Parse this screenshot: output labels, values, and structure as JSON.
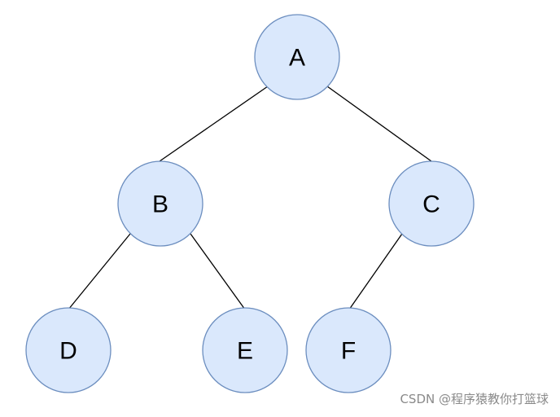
{
  "diagram": {
    "type": "binary-tree",
    "colors": {
      "node_fill": "#dae8fc",
      "node_stroke": "#6c8ebf",
      "edge": "#000000",
      "label": "#000000"
    },
    "nodes": {
      "a": "A",
      "b": "B",
      "c": "C",
      "d": "D",
      "e": "E",
      "f": "F"
    },
    "edges": [
      [
        "A",
        "B"
      ],
      [
        "A",
        "C"
      ],
      [
        "B",
        "D"
      ],
      [
        "B",
        "E"
      ],
      [
        "C",
        "F"
      ]
    ]
  },
  "watermark": "CSDN @程序猿教你打篮球"
}
